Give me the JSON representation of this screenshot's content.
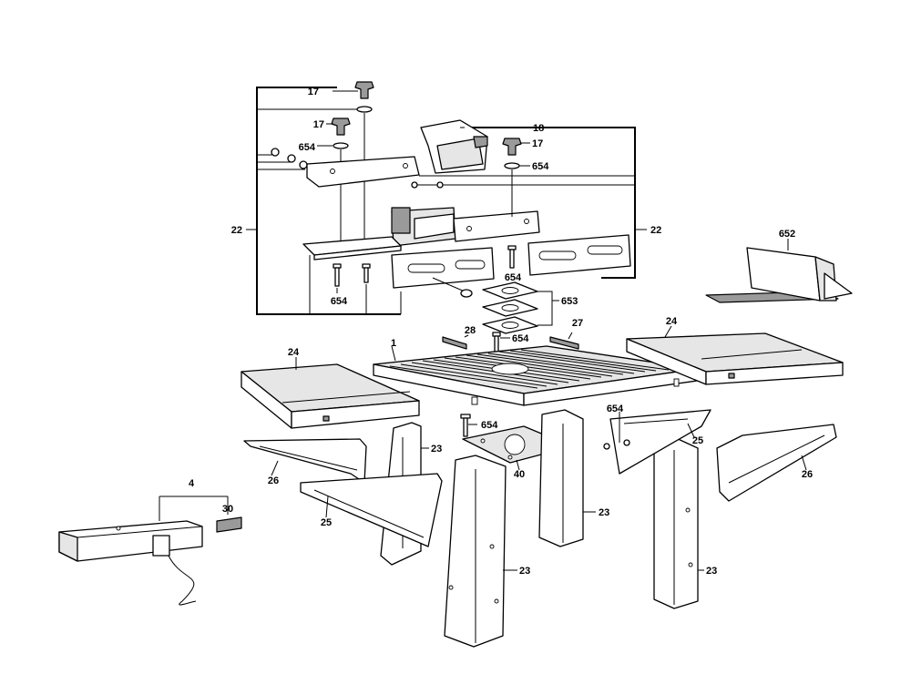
{
  "diagram": {
    "callouts": {
      "p1": "1",
      "p4": "4",
      "p17_top": "17",
      "p17_mid": "17",
      "p17_right": "17",
      "p18": "18",
      "p22_left": "22",
      "p22_right": "22",
      "p23_back_left": "23",
      "p23_back_right": "23",
      "p23_front_left": "23",
      "p23_front_right": "23",
      "p24_left": "24",
      "p24_right": "24",
      "p25_left": "25",
      "p25_right": "25",
      "p26_left": "26",
      "p26_right": "26",
      "p27": "27",
      "p28": "28",
      "p30": "30",
      "p40": "40",
      "p652": "652",
      "p653": "653",
      "p654_left_top": "654",
      "p654_right_top": "654",
      "p654_left_bottom": "654",
      "p654_center": "654",
      "p654_screw_top": "654",
      "p654_screw_bottom": "654",
      "p654_bracket": "654"
    }
  }
}
